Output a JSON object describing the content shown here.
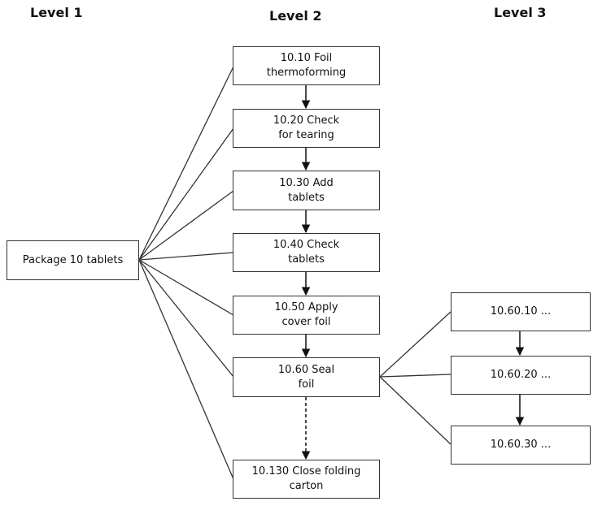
{
  "levels": {
    "level1": "Level 1",
    "level2": "Level 2",
    "level3": "Level 3"
  },
  "root": {
    "label": "Package 10 tablets"
  },
  "level2_steps": [
    {
      "label": "10.10 Foil\nthermoforming"
    },
    {
      "label": "10.20 Check\nfor tearing"
    },
    {
      "label": "10.30 Add\ntablets"
    },
    {
      "label": "10.40 Check\ntablets"
    },
    {
      "label": "10.50 Apply\ncover foil"
    },
    {
      "label": "10.60 Seal\nfoil"
    },
    {
      "label": "10.130 Close folding\ncarton"
    }
  ],
  "level3_steps": [
    {
      "label": "10.60.10 ..."
    },
    {
      "label": "10.60.20 ..."
    },
    {
      "label": "10.60.30 ..."
    }
  ]
}
